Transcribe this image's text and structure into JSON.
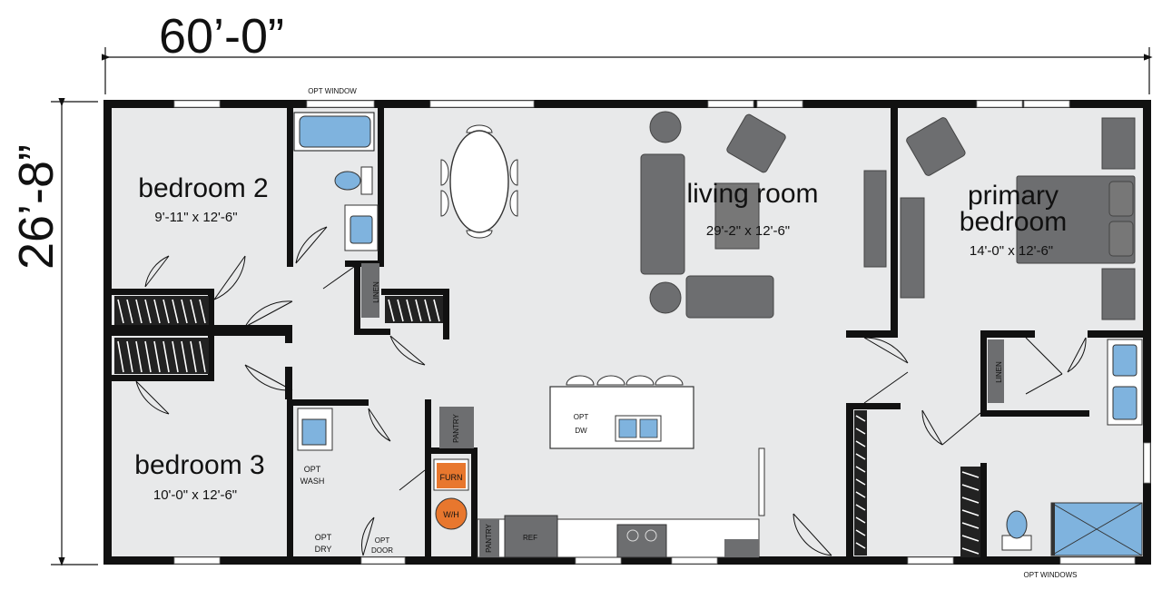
{
  "dimensions": {
    "width": "60’-0”",
    "depth": "26’-8”"
  },
  "rooms": {
    "bedroom2": {
      "name": "bedroom 2",
      "size": "9'-11\" x 12'-6\""
    },
    "bedroom3": {
      "name": "bedroom 3",
      "size": "10'-0\" x 12'-6\""
    },
    "living": {
      "name": "living room",
      "size": "29'-2\" x 12'-6\""
    },
    "primary": {
      "name_line1": "primary",
      "name_line2": "bedroom",
      "size": "14'-0\" x 12'-6\""
    }
  },
  "labels": {
    "opt_window": "OPT WINDOW",
    "opt_windows": "OPT WINDOWS",
    "linen": "LINEN",
    "pantry": "PANTRY",
    "opt_dw_line1": "OPT",
    "opt_dw_line2": "DW",
    "opt_wash_line1": "OPT",
    "opt_wash_line2": "WASH",
    "opt_dry_line1": "OPT",
    "opt_dry_line2": "DRY",
    "opt_door_line1": "OPT",
    "opt_door_line2": "DOOR",
    "furn": "FURN",
    "wh": "W/H",
    "ref": "REF"
  },
  "colors": {
    "wall": "#111111",
    "floor": "#e8e9ea",
    "fixture_blue": "#7fb3de",
    "furniture": "#6d6e70",
    "appliance_orange": "#e8772e"
  }
}
